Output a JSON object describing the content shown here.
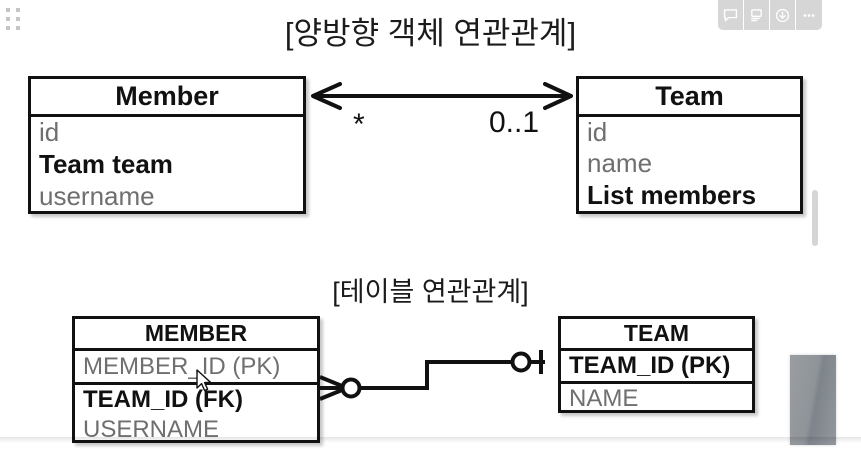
{
  "toolbar": {
    "buttons": [
      {
        "icon": "comment-bubble-icon",
        "label": "Comment"
      },
      {
        "icon": "present-screen-icon",
        "label": "Present"
      },
      {
        "icon": "download-circle-icon",
        "label": "Download"
      },
      {
        "icon": "more-ellipsis-icon",
        "label": "More options"
      }
    ]
  },
  "slide": {
    "section_one": {
      "caption": "[양방향 객체 연관관계]",
      "left_box": {
        "title": "Member",
        "rows": [
          {
            "text": "id",
            "bold": false
          },
          {
            "text": "Team team",
            "bold": true
          },
          {
            "text": "username",
            "bold": false
          }
        ]
      },
      "right_box": {
        "title": "Team",
        "rows": [
          {
            "text": "id",
            "bold": false
          },
          {
            "text": "name",
            "bold": false
          },
          {
            "text": "List members",
            "bold": true
          }
        ]
      },
      "multiplicity_left": "*",
      "multiplicity_right": "0..1",
      "relation": "bidirectional-association"
    },
    "section_two": {
      "caption": "[테이블 연관관계]",
      "left_table": {
        "title": "MEMBER",
        "rows": [
          {
            "text": "MEMBER_ID (PK)",
            "bold": false,
            "separator": true
          },
          {
            "text": "TEAM_ID (FK)",
            "bold": true,
            "separator": false
          },
          {
            "text": "USERNAME",
            "bold": false,
            "separator": false
          }
        ]
      },
      "right_table": {
        "title": "TEAM",
        "rows": [
          {
            "text": "TEAM_ID (PK)",
            "bold": true,
            "separator": true
          },
          {
            "text": "NAME",
            "bold": false,
            "separator": false
          }
        ]
      },
      "relation": "crowsfoot-zero-or-many-to-zero-or-one"
    }
  },
  "colors": {
    "stroke": "#111111",
    "muted_text": "#6f6f6f",
    "toolbar_bg": "#d6d6d6",
    "scrollbar": "#d5d5d5"
  }
}
